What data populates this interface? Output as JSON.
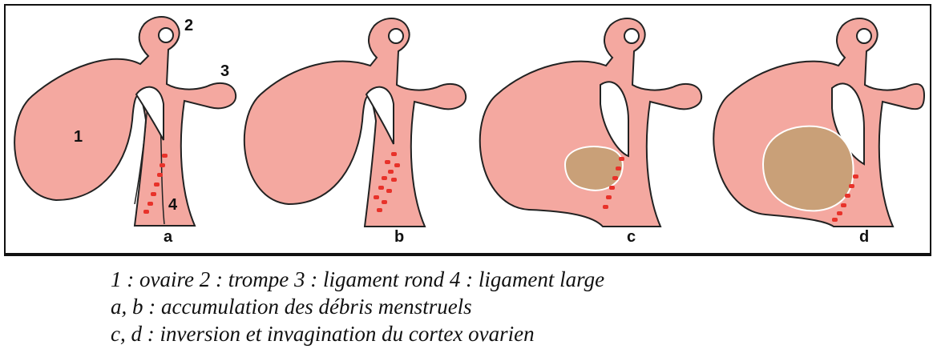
{
  "labels": {
    "ovary": "1",
    "tube": "2",
    "round_ligament": "3",
    "broad_ligament": "4"
  },
  "panels": [
    "a",
    "b",
    "c",
    "d"
  ],
  "caption": {
    "line1": "1 : ovaire 2 : trompe 3 : ligament rond 4 : ligament large",
    "line2": "a, b : accumulation des débris menstruels",
    "line3": "c, d : inversion et invagination du cortex ovarien"
  },
  "colors": {
    "tissue": "#f4a8a0",
    "tissue_outline": "#222222",
    "debris": "#e8322a",
    "cyst": "#c9a078"
  }
}
